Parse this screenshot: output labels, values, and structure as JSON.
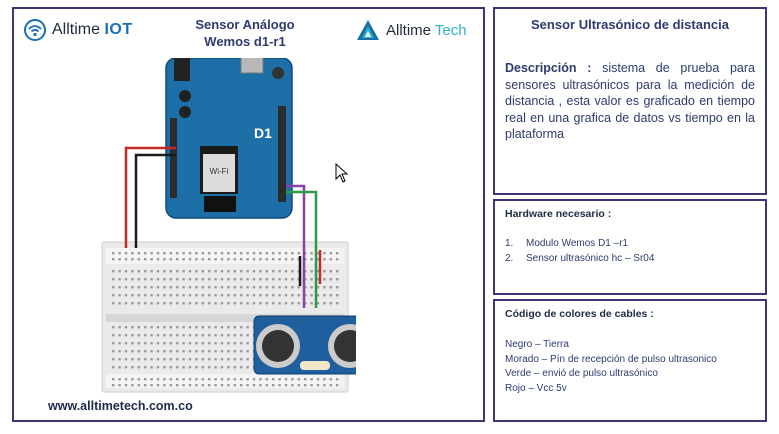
{
  "left": {
    "brand_iot_prefix": "Alltime ",
    "brand_iot_suffix": "IOT",
    "title_line1": "Sensor Análogo",
    "title_line2": "Wemos d1-r1",
    "brand_tech_prefix": "Alltime ",
    "brand_tech_suffix": "Tech",
    "website": "www.alltimetech.com.co",
    "board_logo": "Wi-Fi"
  },
  "description": {
    "title": "Sensor Ultrasónico de distancia",
    "label": "Descripción :",
    "text": " sistema de prueba para sensores ultrasónicos para la medición de distancia , esta valor es graficado en tiempo real en una grafica de datos vs tiempo en la plataforma"
  },
  "hardware": {
    "title": "Hardware necesario :",
    "items": [
      {
        "num": "1.",
        "label": "Modulo Wemos D1 –r1"
      },
      {
        "num": "2.",
        "label": "Sensor ultrasónico hc – Sr04"
      }
    ]
  },
  "colors": {
    "title": "Código de colores de cables :",
    "lines": [
      "Negro – Tierra",
      "Morado – Pín de recepción de pulso ultrasonico",
      "Verde – envió de pulso ultrasónico",
      "Rojo – Vcc 5v"
    ],
    "wire_black": "#1a1a1a",
    "wire_purple": "#8b3fa8",
    "wire_green": "#2c9a48",
    "wire_red": "#c62828",
    "board_blue": "#1d6fa8",
    "frame": "#3a3774"
  }
}
